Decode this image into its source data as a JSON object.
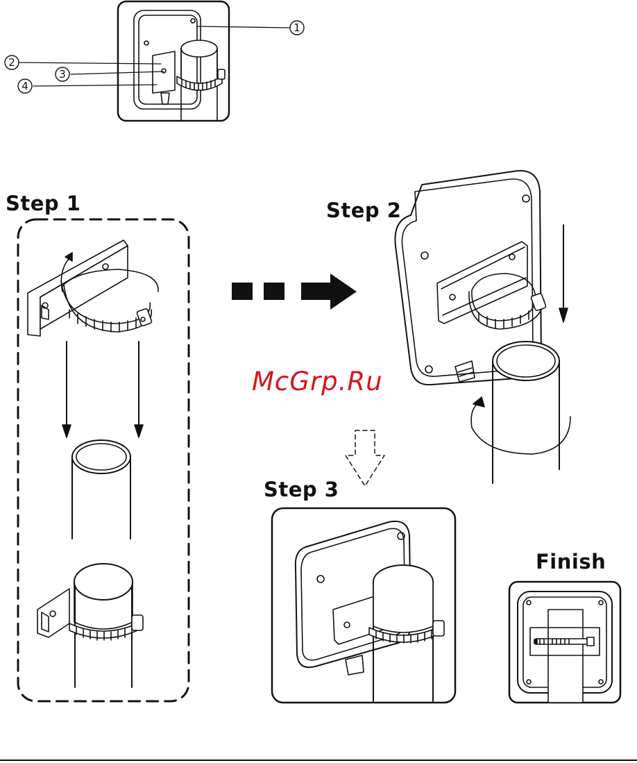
{
  "steps": {
    "step1": "Step 1",
    "step2": "Step 2",
    "step3": "Step 3",
    "finish": "Finish"
  },
  "callouts": [
    "①",
    "②",
    "③",
    "④"
  ],
  "watermark": "McGrp.Ru",
  "colors": {
    "ink": "#111111",
    "watermark": "#d6141c",
    "paper": "#ffffff"
  }
}
